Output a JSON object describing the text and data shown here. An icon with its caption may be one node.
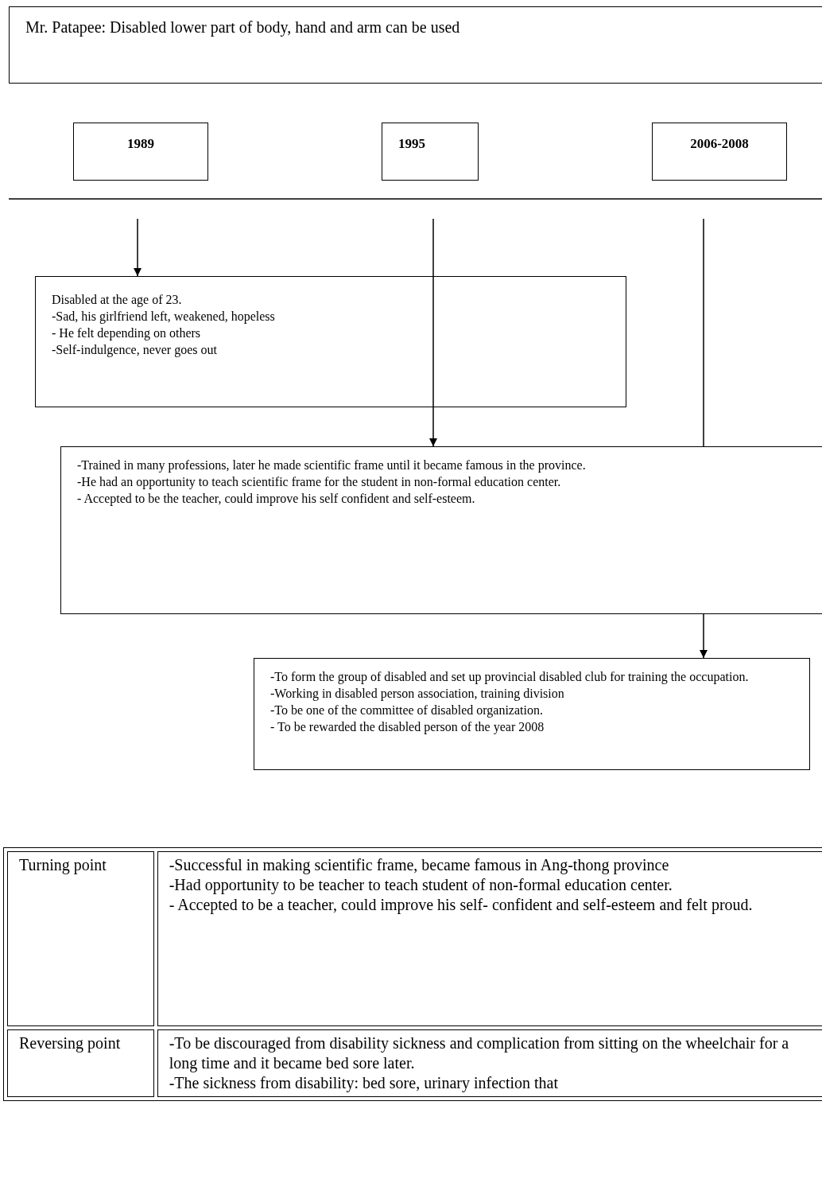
{
  "diagram": {
    "nodes": [
      {
        "text": [
          "Mr. Patapee: Disabled lower part of body, hand and arm can be used"
        ]
      },
      {
        "text": [
          "1989"
        ]
      },
      {
        "text": [
          "1995"
        ]
      },
      {
        "text": [
          "2006-2008"
        ]
      },
      {
        "text": [
          "Disabled at the age of 23.",
          "-Sad, his girlfriend left, weakened, hopeless",
          "- He felt depending on others",
          "-Self-indulgence, never goes out"
        ]
      },
      {
        "text": [
          "-Trained in many professions, later he made scientific frame until it became famous in the province.",
          "-He had an opportunity to teach scientific frame for the student in non-formal education center.",
          "- Accepted to be the teacher, could improve his self confident and self-esteem."
        ]
      },
      {
        "text": [
          "-To form the group of disabled and set up provincial disabled club for training the occupation.",
          "-Working in disabled person association, training division",
          "-To be one of the committee of disabled organization.",
          "- To be rewarded the disabled person of the year 2008"
        ]
      }
    ],
    "edges": [
      {
        "from": null,
        "to": 4,
        "arrow": "to"
      },
      {
        "from": null,
        "to": 5,
        "arrow": "to"
      },
      {
        "from": null,
        "to": 6,
        "arrow": "to"
      }
    ],
    "labels": [
      "Turning point",
      "-Successful in making scientific frame, became famous in Ang-thong province",
      "-Had opportunity to be teacher to teach student of non-formal education center.",
      "- Accepted to be a teacher, could improve his self- confident and self-esteem and felt proud.",
      "Reversing point",
      "-To be discouraged from disability sickness and complication from sitting on the wheelchair for a long time and it became bed sore later.",
      "-The sickness from disability: bed sore, urinary infection that"
    ]
  }
}
